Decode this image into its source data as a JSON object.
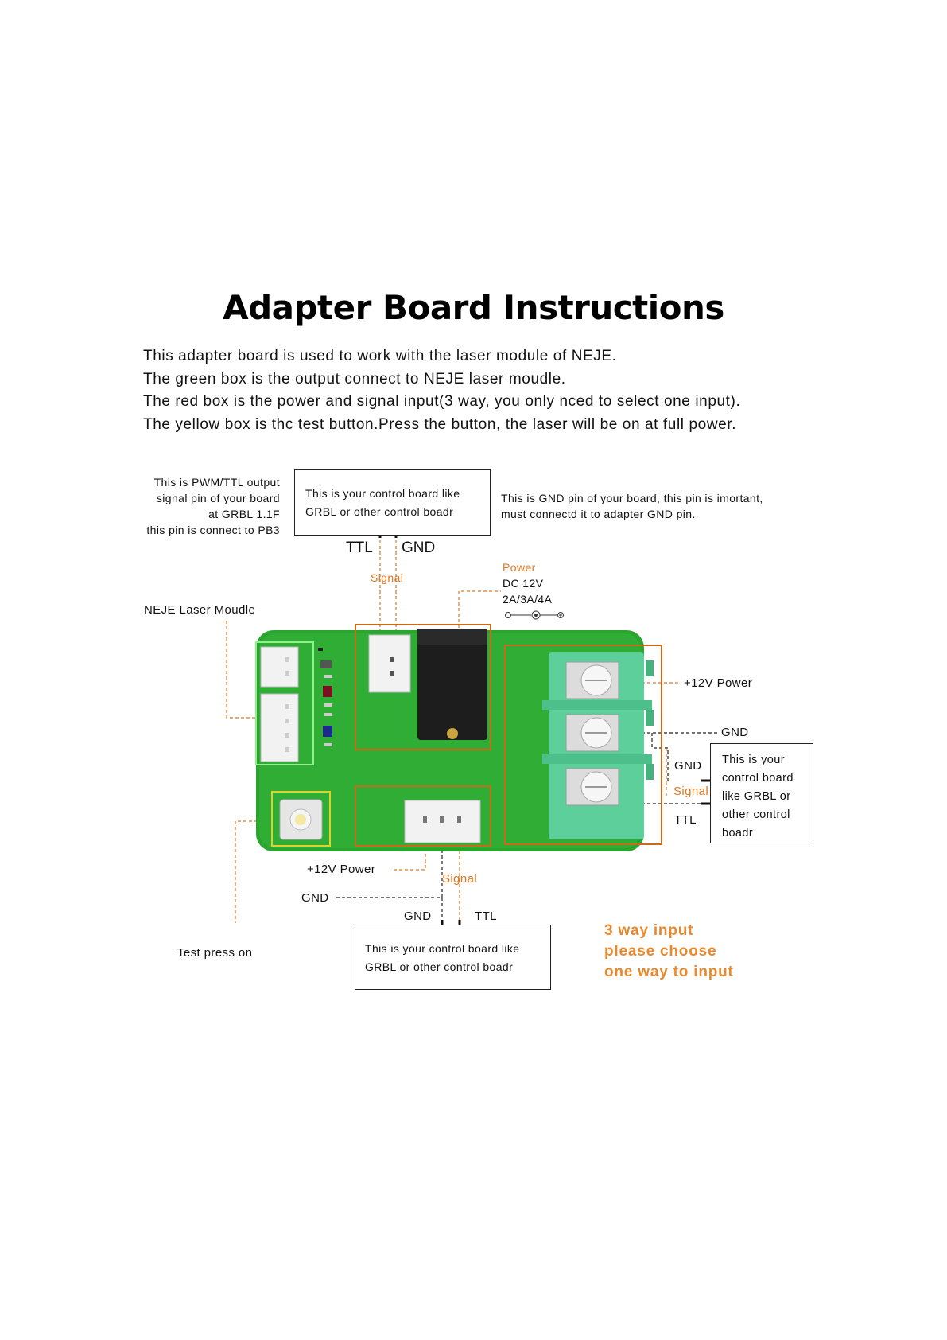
{
  "title": "Adapter Board Instructions",
  "intro": [
    "This adapter board is used to work with the laser module of NEJE.",
    "The green box is the output connect to NEJE laser moudle.",
    "The red box is the power and signal input(3 way, you only nced to select one input).",
    "The yellow box is thc test button.Press the button, the laser will be on at full power."
  ],
  "labels": {
    "pwm_note": [
      "This is PWM/TTL output",
      "signal pin of your board",
      "at GRBL 1.1F",
      "this pin is connect to PB3"
    ],
    "control_box_top": [
      "This is your control board like",
      "GRBL or other control boadr"
    ],
    "gnd_note": [
      "This is GND pin of your board, this pin is imortant,",
      "must connectd it to adapter GND pin."
    ],
    "ttl_top": "TTL",
    "gnd_top": "GND",
    "signal_top": "Signal",
    "power_label": "Power",
    "dc_voltage": "DC 12V",
    "dc_current": "2A/3A/4A",
    "neje_laser": "NEJE Laser Moudle",
    "plus12v_right": "+12V Power",
    "gnd_right": "GND",
    "gnd_right_box": "GND",
    "signal_right": "Signal",
    "ttl_right": "TTL",
    "control_box_right": [
      "This is your",
      "control board",
      "like GRBL or",
      "other control",
      "boadr"
    ],
    "plus12v_bottom": "+12V Power",
    "gnd_bottom_left": "GND",
    "signal_bottom": "Signal",
    "gnd_bottom": "GND",
    "ttl_bottom": "TTL",
    "control_box_bottom": [
      "This is your control board like",
      "GRBL or other control boadr"
    ],
    "test_press": "Test press on",
    "three_way": [
      "3 way input",
      "please choose",
      "one way to input"
    ]
  },
  "colors": {
    "board_green": "#2aa52e",
    "teal": "#5ccf9a",
    "orange": "#e07820",
    "red_box": "#cc6a1a",
    "yellow_box": "#e0d02a",
    "green_box": "#7ff07a"
  }
}
